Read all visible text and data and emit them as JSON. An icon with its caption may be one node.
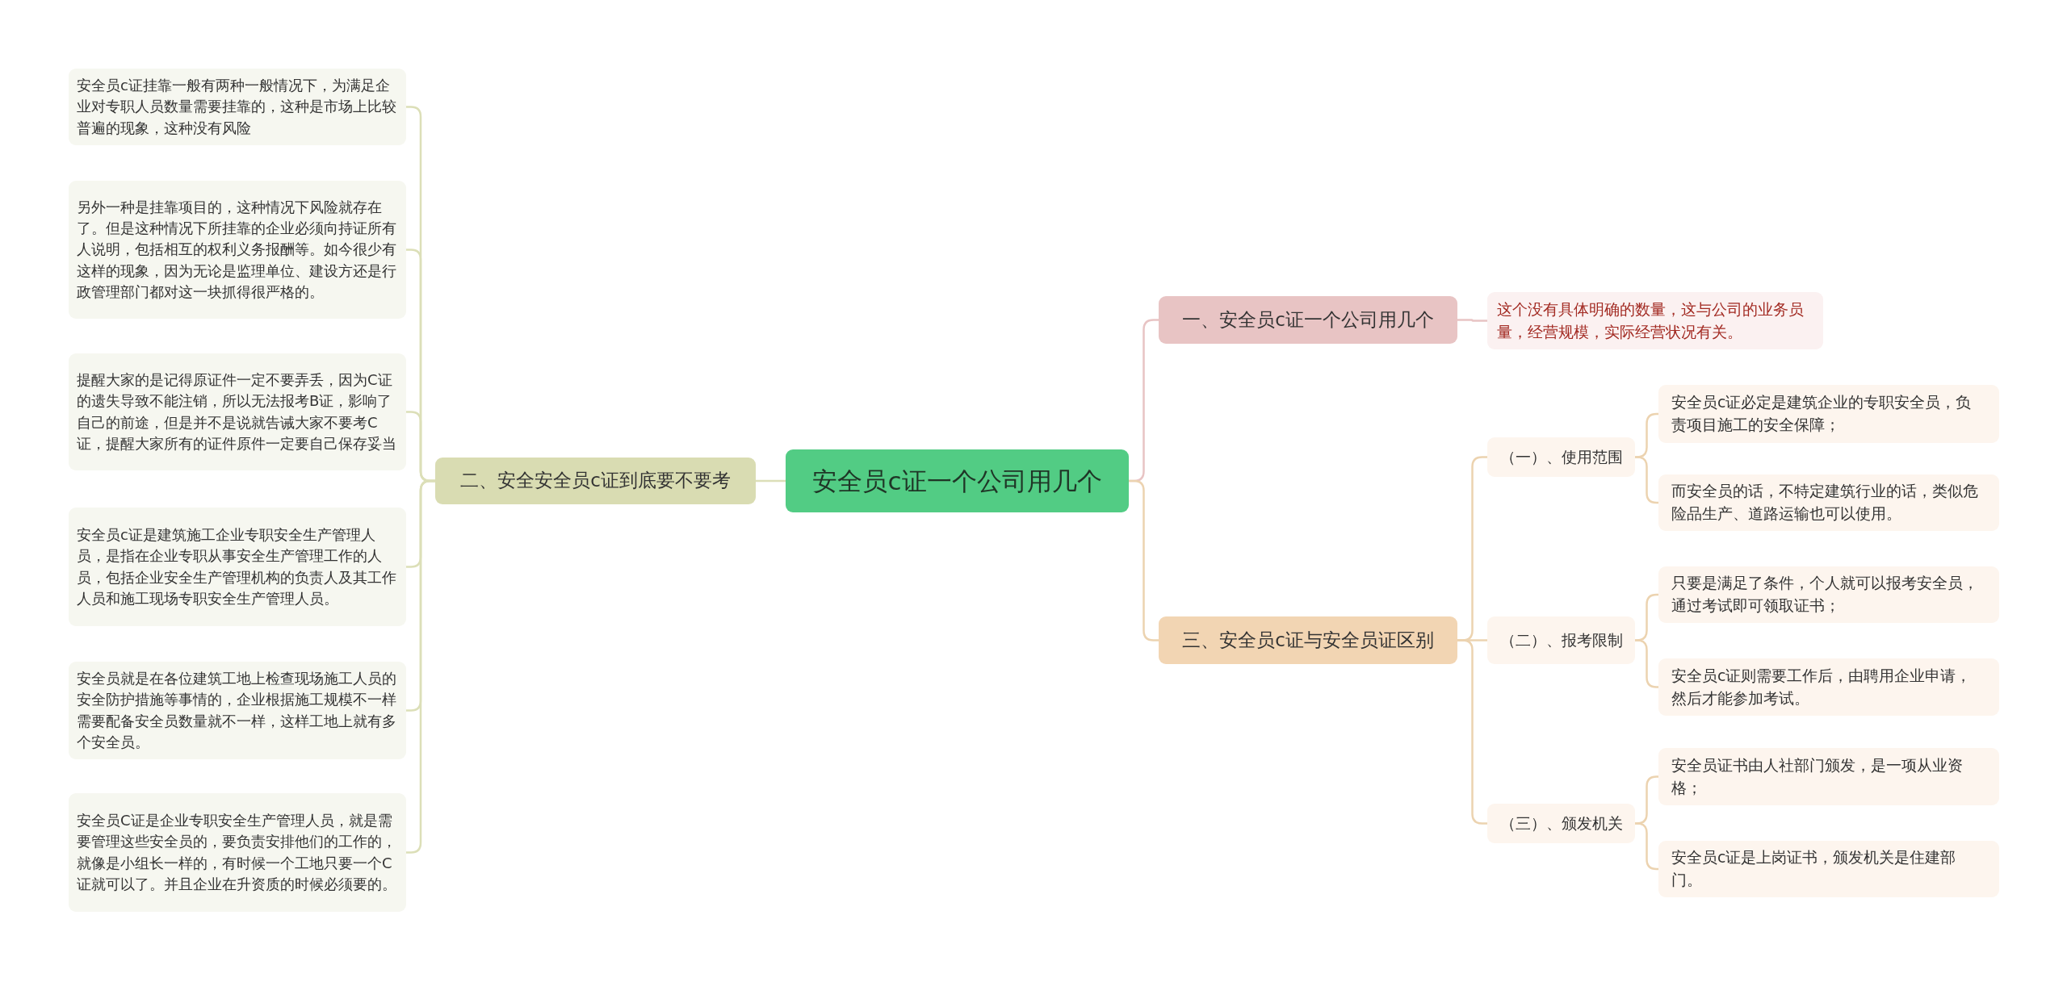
{
  "diagram": {
    "nodes": [
      {
        "text": [
          "安全员c证一个公司用几个"
        ]
      },
      {
        "text": [
          "一、安全员c证一个公司用几个"
        ]
      },
      {
        "text": [
          "这个没有具体明确的数量，这与公司的业务员量，经营规模，实际经营状况有关。"
        ]
      },
      {
        "text": [
          "二、安全安全员c证到底要不要考"
        ]
      },
      {
        "text": [
          "安全员c证挂靠一般有两种一般情况下，为满足企业对专职人员数量需要挂靠的，这种是市场上比较普遍的现象，这种没有风险"
        ]
      },
      {
        "text": [
          "另外一种是挂靠项目的，这种情况下风险就存在了。但是这种情况下所挂靠的企业必须向持证所有人说明，包括相互的权利义务报酬等。如今很少有这样的现象，因为无论是监理单位、建设方还是行政管理部门都对这一块抓得很严格的。"
        ]
      },
      {
        "text": [
          "提醒大家的是记得原证件一定不要弄丢，因为C证的遗失导致不能注销，所以无法报考B证，影响了自己的前途，但是并不是说就告诫大家不要考C证，提醒大家所有的证件原件一定要自己保存妥当"
        ]
      },
      {
        "text": [
          "安全员c证是建筑施工企业专职安全生产管理人员，是指在企业专职从事安全生产管理工作的人员，包括企业安全生产管理机构的负责人及其工作人员和施工现场专职安全生产管理人员。"
        ]
      },
      {
        "text": [
          "安全员就是在各位建筑工地上检查现场施工人员的安全防护措施等事情的，企业根据施工规模不一样需要配备安全员数量就不一样，这样工地上就有多个安全员。"
        ]
      },
      {
        "text": [
          "安全员C证是企业专职安全生产管理人员，就是需要管理这些安全员的，要负责安排他们的工作的，就像是小组长一样的，有时候一个工地只要一个C证就可以了。并且企业在升资质的时候必须要的。"
        ]
      },
      {
        "text": [
          "三、安全员c证与安全员证区别"
        ]
      },
      {
        "text": [
          "（一）、使用范围"
        ]
      },
      {
        "text": [
          "安全员c证必定是建筑企业的专职安全员，负责项目施工的安全保障；"
        ]
      },
      {
        "text": [
          "而安全员的话，不特定建筑行业的话，类似危险品生产、道路运输也可以使用。"
        ]
      },
      {
        "text": [
          "（二）、报考限制"
        ]
      },
      {
        "text": [
          "只要是满足了条件，个人就可以报考安全员，通过考试即可领取证书；"
        ]
      },
      {
        "text": [
          "安全员c证则需要工作后，由聘用企业申请，然后才能参加考试。"
        ]
      },
      {
        "text": [
          "（三）、颁发机关"
        ]
      },
      {
        "text": [
          "安全员证书由人社部门颁发，是一项从业资格；"
        ]
      },
      {
        "text": [
          "安全员c证是上岗证书，颁发机关是住建部门。"
        ]
      }
    ],
    "edges": [
      {
        "from": 0,
        "to": 1,
        "arrow": "none",
        "color": "#e8c4c4"
      },
      {
        "from": 1,
        "to": 2,
        "arrow": "none",
        "color": "#e8c4c4"
      },
      {
        "from": 0,
        "to": 3,
        "arrow": "none",
        "color": "#dcdfb8"
      },
      {
        "from": 3,
        "to": 4,
        "arrow": "none",
        "color": "#dcdfb8"
      },
      {
        "from": 3,
        "to": 5,
        "arrow": "none",
        "color": "#dcdfb8"
      },
      {
        "from": 3,
        "to": 6,
        "arrow": "none",
        "color": "#dcdfb8"
      },
      {
        "from": 3,
        "to": 7,
        "arrow": "none",
        "color": "#dcdfb8"
      },
      {
        "from": 3,
        "to": 8,
        "arrow": "none",
        "color": "#dcdfb8"
      },
      {
        "from": 3,
        "to": 9,
        "arrow": "none",
        "color": "#dcdfb8"
      },
      {
        "from": 0,
        "to": 10,
        "arrow": "none"
      },
      {
        "from": 10,
        "to": 11,
        "arrow": "none"
      },
      {
        "from": 11,
        "to": 12,
        "arrow": "none"
      },
      {
        "from": 11,
        "to": 13,
        "arrow": "none"
      },
      {
        "from": 10,
        "to": 14,
        "arrow": "none"
      },
      {
        "from": 14,
        "to": 15,
        "arrow": "none"
      },
      {
        "from": 14,
        "to": 16,
        "arrow": "none"
      },
      {
        "from": 10,
        "to": 17,
        "arrow": "none"
      },
      {
        "from": 17,
        "to": 18,
        "arrow": "none"
      },
      {
        "from": 17,
        "to": 19,
        "arrow": "none"
      }
    ]
  }
}
